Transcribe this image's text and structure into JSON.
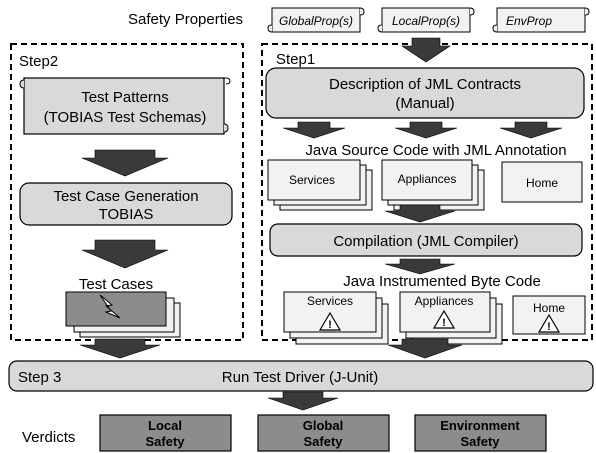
{
  "safety_properties": {
    "label": "Safety Properties",
    "items": [
      "GlobalProp(s)",
      "LocalProp(s)",
      "EnvProp"
    ]
  },
  "step2": {
    "label": "Step2",
    "test_patterns": [
      "Test Patterns",
      "(TOBIAS Test Schemas)"
    ],
    "generation": [
      "Test Case Generation",
      "TOBIAS"
    ],
    "test_cases": "Test Cases"
  },
  "step1": {
    "label": "Step1",
    "description": [
      "Description of JML Contracts",
      "(Manual)"
    ],
    "java_source": "Java Source Code with JML Annotation",
    "source_docs": [
      "Services",
      "Appliances",
      "Home"
    ],
    "compilation": "Compilation (JML Compiler)",
    "bytecode": "Java Instrumented Byte Code",
    "byte_docs": [
      "Services",
      "Appliances",
      "Home"
    ]
  },
  "step3": {
    "label": "Step 3",
    "title": "Run Test Driver (J-Unit)"
  },
  "verdicts": {
    "label": "Verdicts",
    "items": [
      [
        "Local",
        "Safety"
      ],
      [
        "Global",
        "Safety"
      ],
      [
        "Environment",
        "Safety"
      ]
    ]
  }
}
